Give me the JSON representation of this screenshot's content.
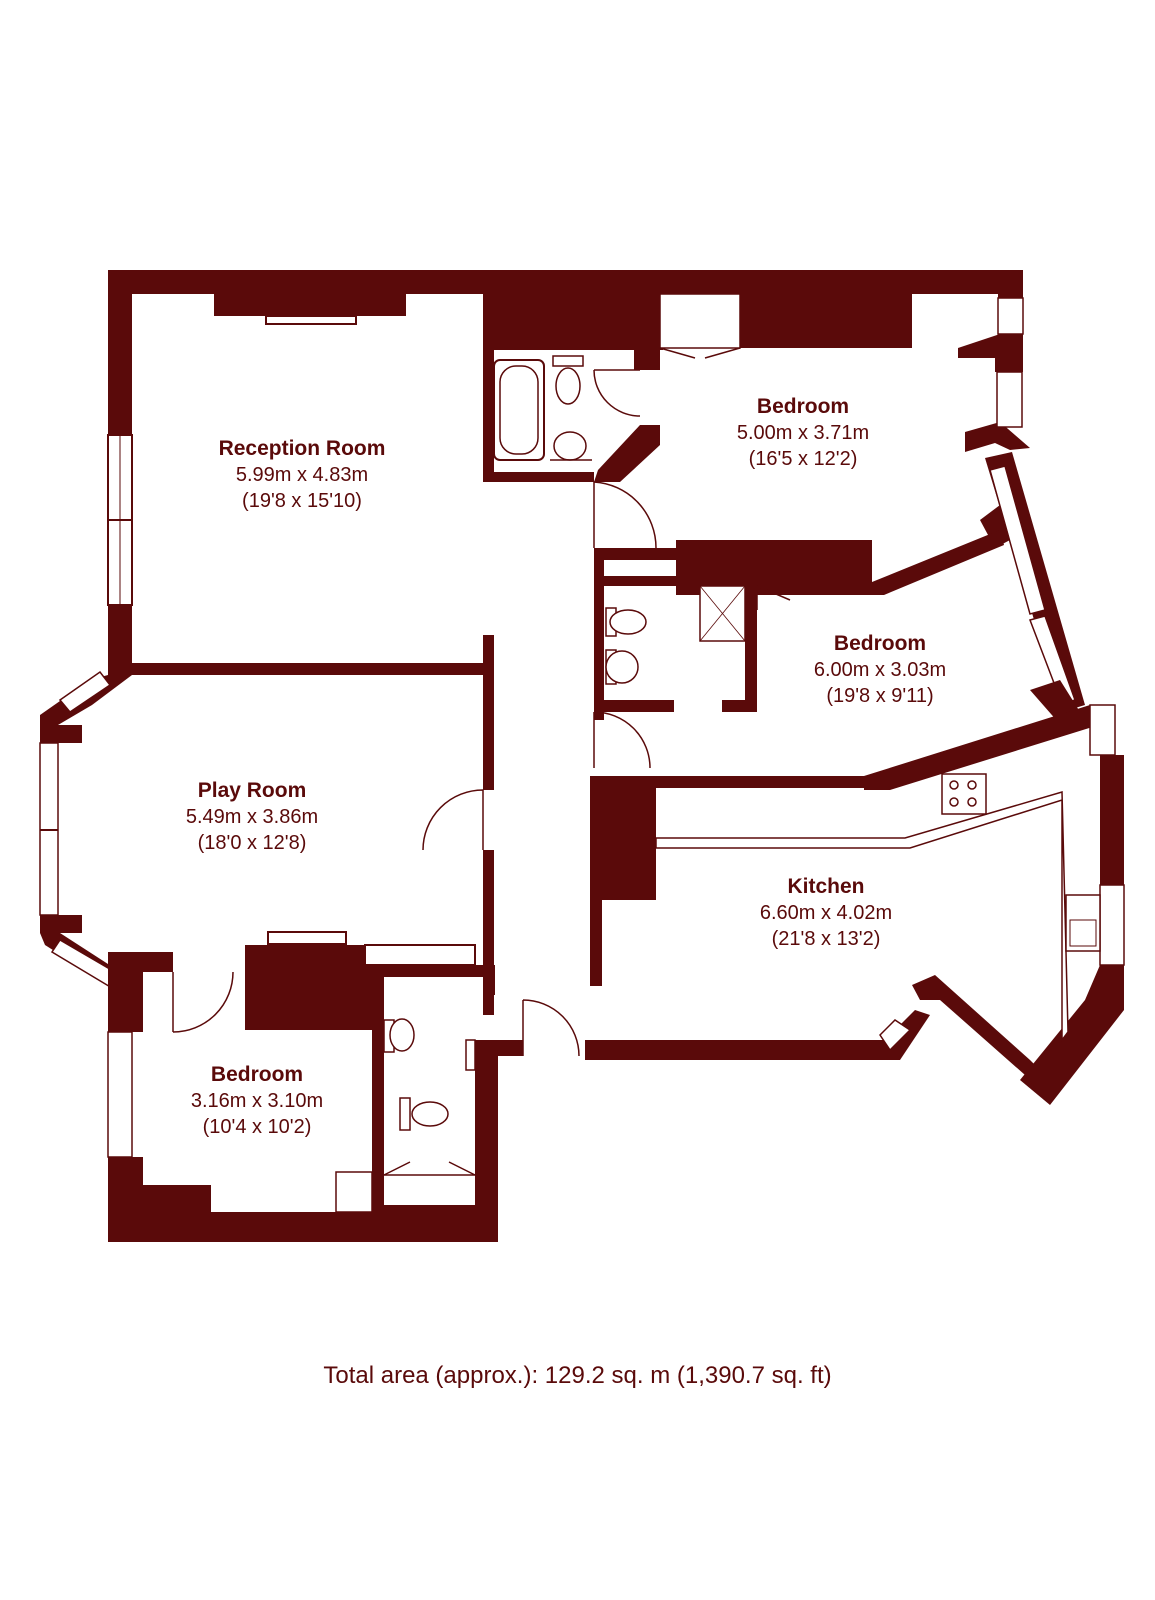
{
  "colors": {
    "wall": "#5a0a0a",
    "text": "#5a0a0a",
    "background": "#ffffff"
  },
  "rooms": [
    {
      "name": "Reception Room",
      "metric": "5.99m x 4.83m",
      "imperial": "(19'8 x 15'10)"
    },
    {
      "name": "Bedroom",
      "metric": "5.00m x 3.71m",
      "imperial": "(16'5 x 12'2)"
    },
    {
      "name": "Bedroom",
      "metric": "6.00m x 3.03m",
      "imperial": "(19'8 x 9'11)"
    },
    {
      "name": "Play Room",
      "metric": "5.49m x 3.86m",
      "imperial": "(18'0 x 12'8)"
    },
    {
      "name": "Kitchen",
      "metric": "6.60m x 4.02m",
      "imperial": "(21'8 x 13'2)"
    },
    {
      "name": "Bedroom",
      "metric": "3.16m x 3.10m",
      "imperial": "(10'4 x 10'2)"
    }
  ],
  "total_area": "Total area (approx.): 129.2 sq. m (1,390.7 sq. ft)"
}
